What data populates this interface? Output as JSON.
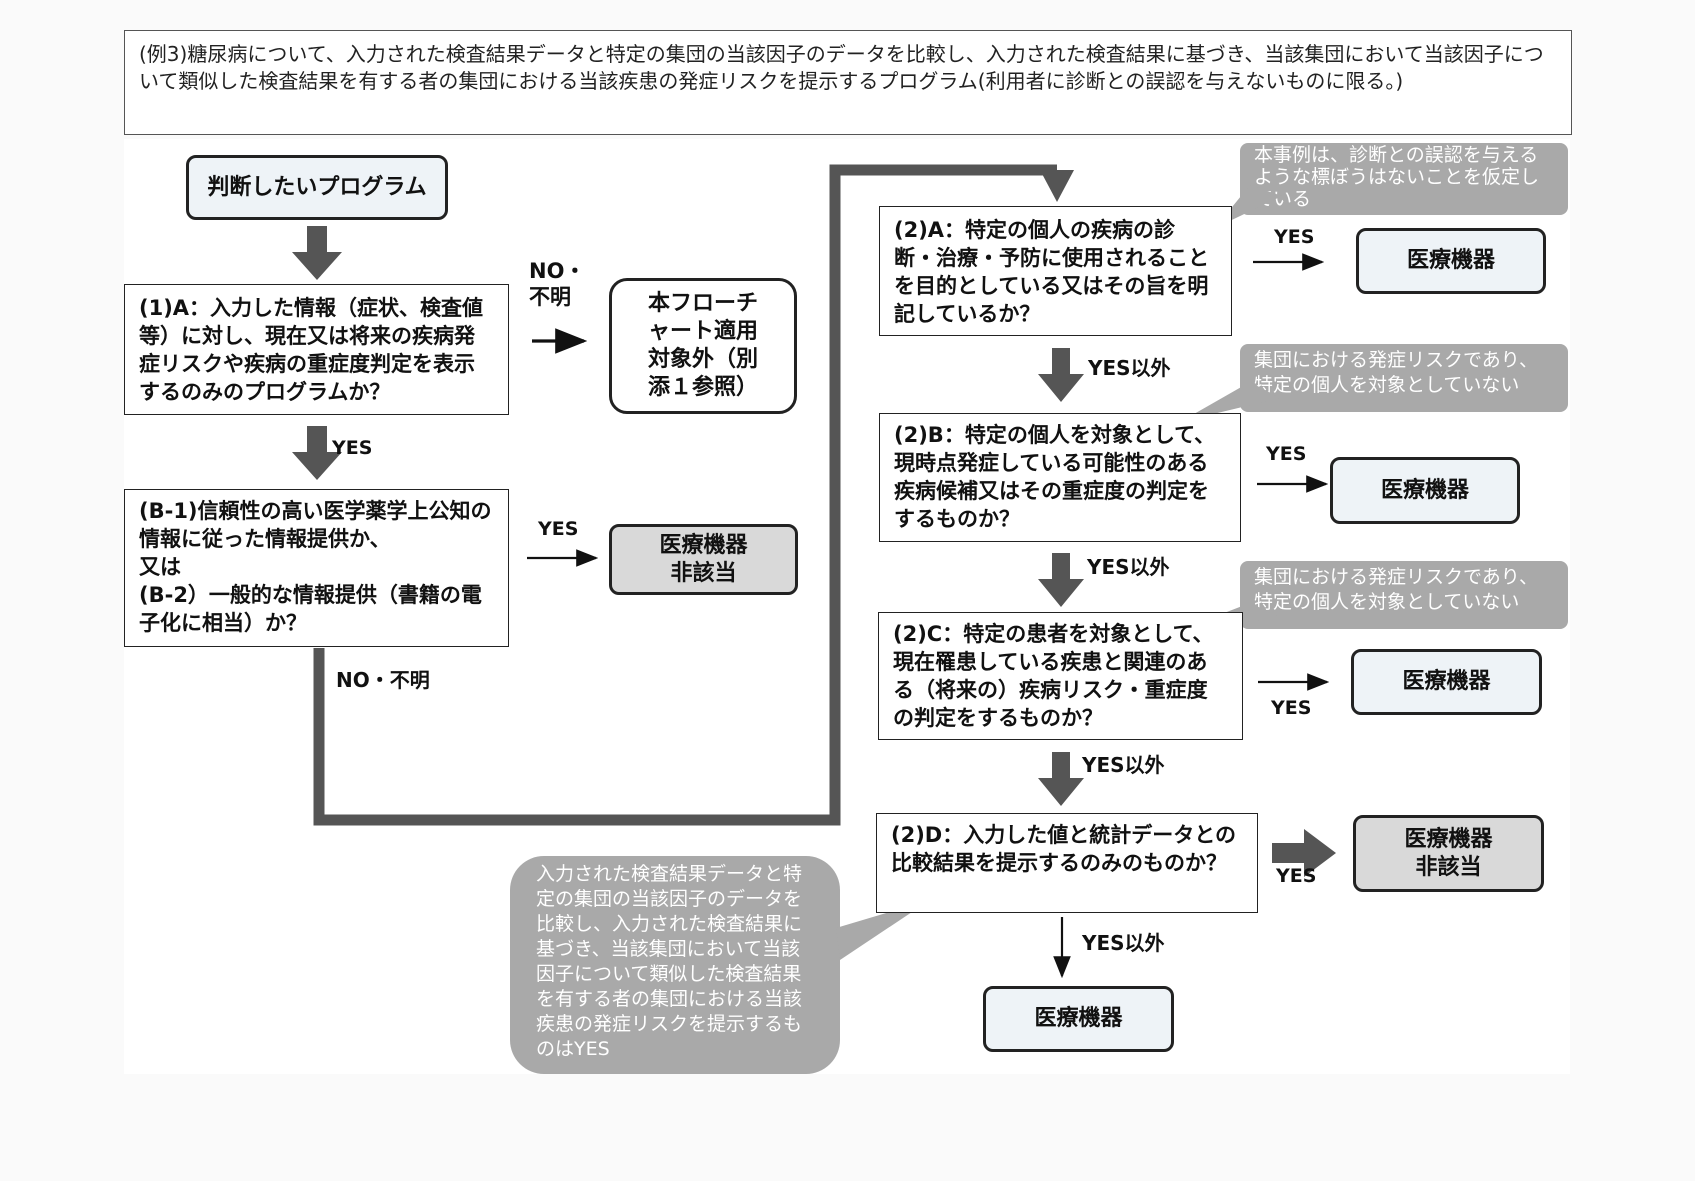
{
  "header": "(例3)糖尿病について、入力された検査結果データと特定の集団の当該因子のデータを比較し、入力された検査結果に基づき、当該集団において当該因子について類似した検査結果を有する者の集団における当該疾患の発症リスクを提示するプログラム(利用者に診断との誤認を与えないものに限る。)",
  "start": "判断したいプログラム",
  "q1a": "(1)A：入力した情報（症状、検査値等）に対し、現在又は将来の疾病発症リスクや疾病の重症度判定を表示するのみのプログラムか？",
  "out_excluded": "本フローチャート適用対象外（別添１参照）",
  "qb": "(B-1)信頼性の高い医学薬学上公知の情報に従った情報提供か、\n又は\n(B-2）一般的な情報提供（書籍の電子化に相当）か？",
  "out_b_yes": "医療機器\n非該当",
  "q2a": "(2)A：特定の個人の疾病の診断・治療・予防に使用されることを目的としている又はその旨を明記しているか？",
  "q2b": "(2)B：特定の個人を対象として、現時点発症している可能性のある疾病候補又はその重症度の判定をするものか？",
  "q2c": "(2)C：特定の患者を対象として、現在罹患している疾患と関連のある（将来の）疾病リスク・重症度の判定をするものか？",
  "q2d": "(2)D：入力した値と統計データとの比較結果を提示するのみのものか？",
  "out_2a": "医療機器",
  "out_2b": "医療機器",
  "out_2c": "医療機器",
  "out_2d": "医療機器\n非該当",
  "out_final": "医療機器",
  "labels": {
    "no_unknown_1": "NO・\n不明",
    "no_unknown_2": "NO・不明",
    "yes": "YES",
    "not_yes": "YES以外"
  },
  "callouts": {
    "c2a": "本事例は、診断との誤認を与えるような標ぼうはないことを仮定している",
    "c2b": "集団における発症リスクであり、特定の個人を対象としていない",
    "c2c": "集団における発症リスクであり、特定の個人を対象としていない",
    "c2d": "入力された検査結果データと特定の集団の当該因子のデータを比較し、入力された検査結果に基づき、当該集団において当該因子について類似した検査結果を有する者の集団における当該疾患の発症リスクを提示するものはYES"
  }
}
